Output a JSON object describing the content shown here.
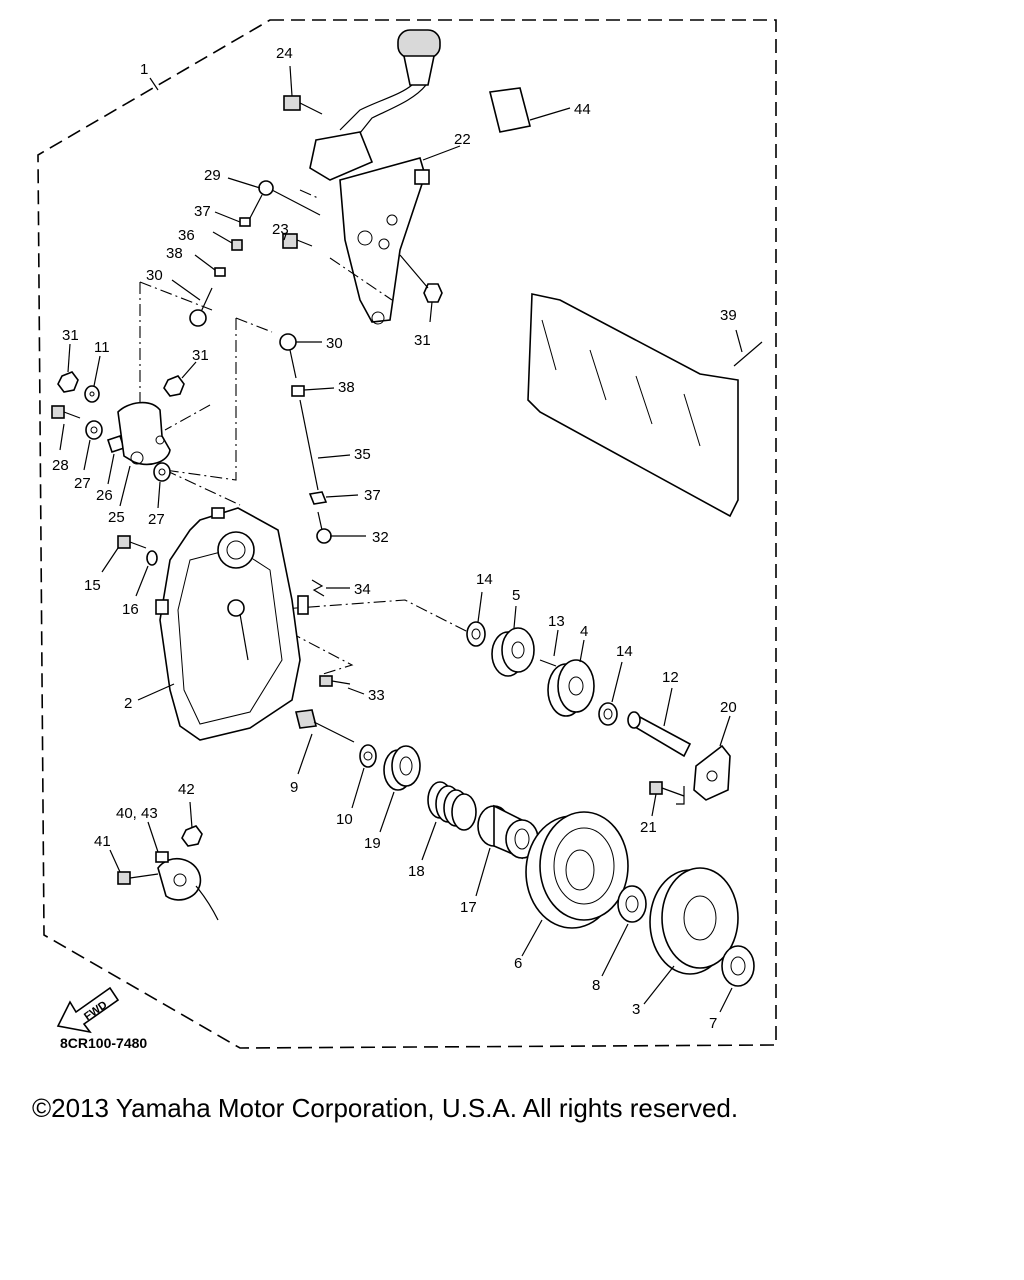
{
  "diagram": {
    "drawing_code": "8CR100-7480",
    "fwd_label": "FWD",
    "callouts": [
      "1",
      "2",
      "3",
      "4",
      "5",
      "6",
      "7",
      "8",
      "9",
      "10",
      "11",
      "12",
      "13",
      "14",
      "14",
      "15",
      "16",
      "17",
      "18",
      "19",
      "20",
      "21",
      "22",
      "23",
      "24",
      "25",
      "26",
      "27",
      "27",
      "28",
      "29",
      "30",
      "30",
      "31",
      "31",
      "31",
      "32",
      "33",
      "34",
      "35",
      "36",
      "37",
      "37",
      "38",
      "38",
      "39",
      "40, 43",
      "41",
      "42",
      "44"
    ]
  },
  "footer": {
    "copyright": "©2013 Yamaha Motor Corporation, U.S.A. All rights reserved."
  }
}
